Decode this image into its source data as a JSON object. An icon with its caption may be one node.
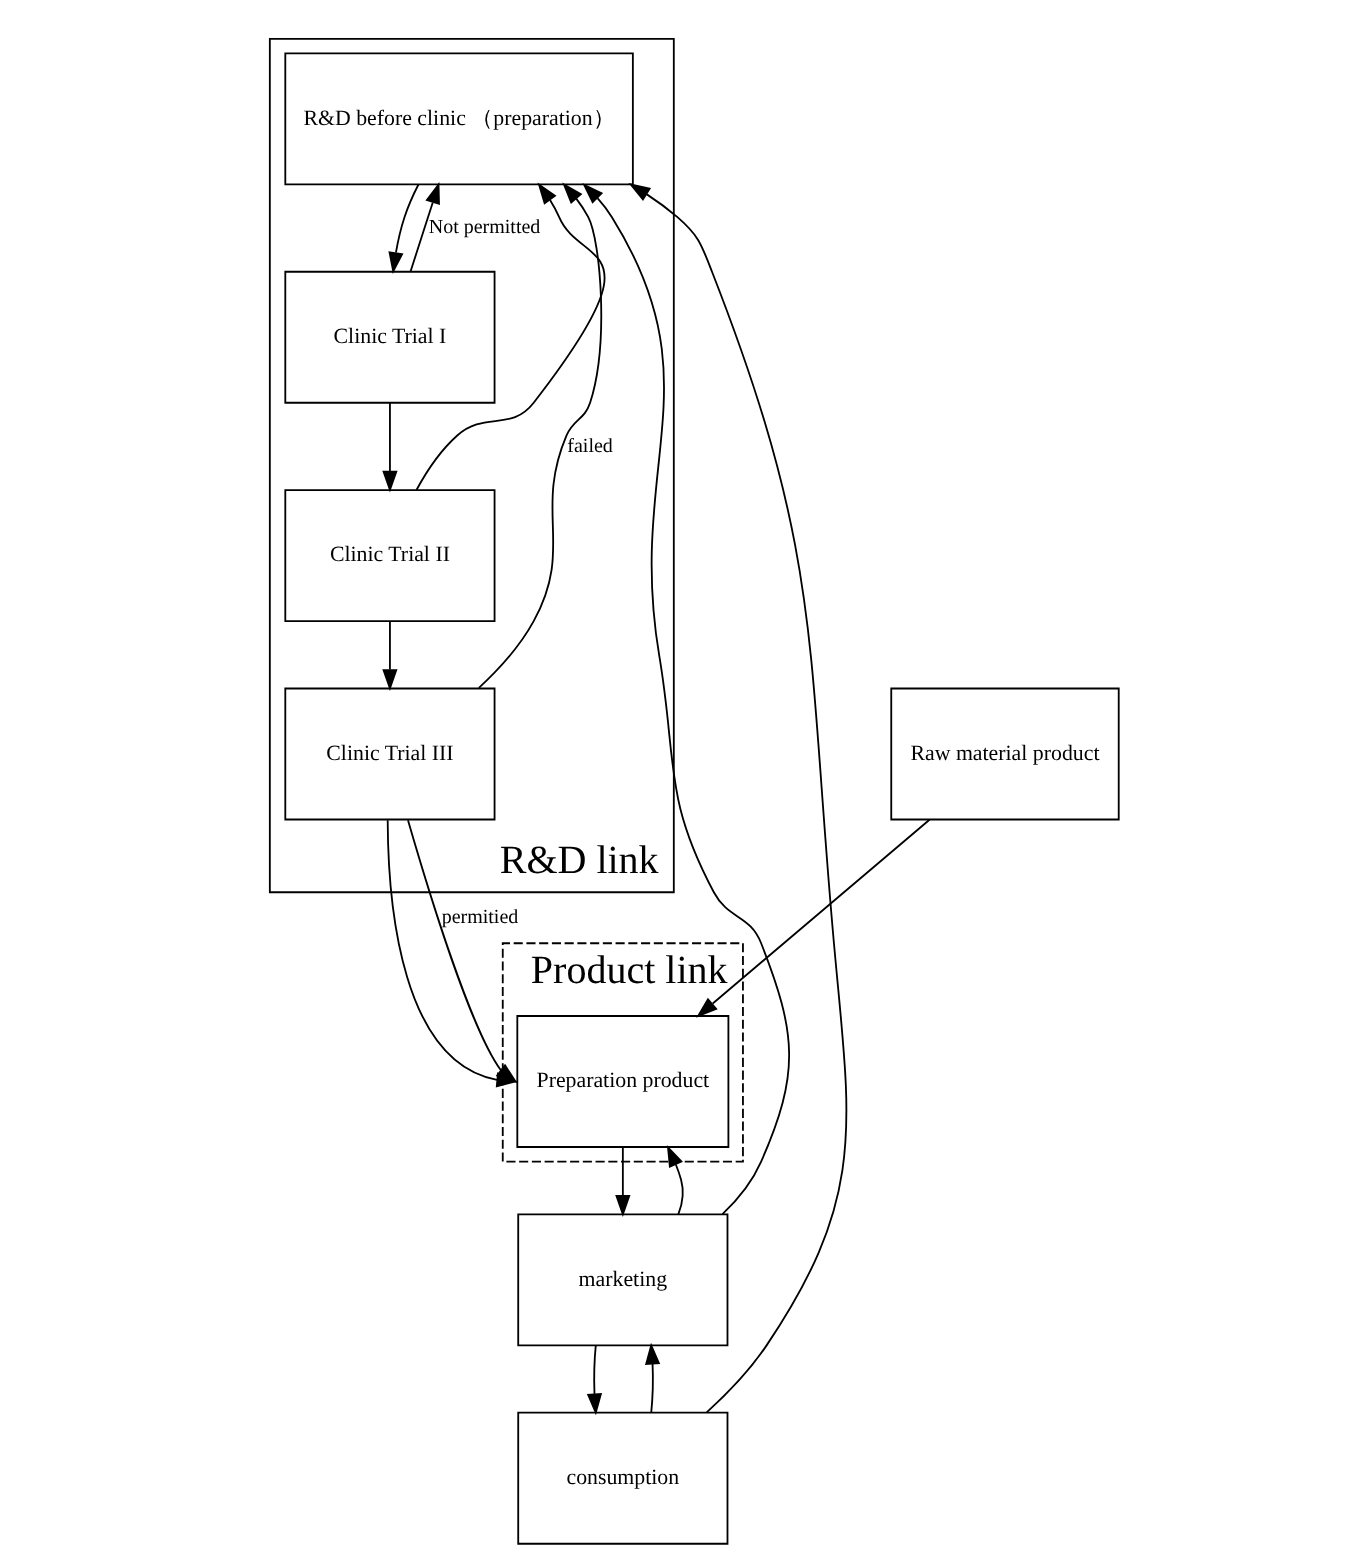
{
  "diagram": {
    "nodes": [
      {
        "text": [
          "R&D link"
        ]
      },
      {
        "text": [
          "R&D before clinic （preparation）"
        ],
        "in": 0
      },
      {
        "text": [
          "Clinic Trial I"
        ],
        "in": 0
      },
      {
        "text": [
          "Clinic Trial II"
        ],
        "in": 0
      },
      {
        "text": [
          "Clinic Trial III"
        ],
        "in": 0
      },
      {
        "text": [
          "Product link"
        ]
      },
      {
        "text": [
          "Preparation product"
        ],
        "in": 5
      },
      {
        "text": [
          "marketing"
        ]
      },
      {
        "text": [
          "consumption"
        ]
      },
      {
        "text": [
          "Raw material product"
        ]
      }
    ],
    "edges": [
      {
        "from": 1,
        "to": 2,
        "arrow": "to"
      },
      {
        "from": 2,
        "to": 1,
        "arrow": "to",
        "label": "Not permitted"
      },
      {
        "from": 2,
        "to": 3,
        "arrow": "to"
      },
      {
        "from": 3,
        "to": 4,
        "arrow": "to"
      },
      {
        "from": 3,
        "to": 1,
        "arrow": "to"
      },
      {
        "from": 4,
        "to": 1,
        "arrow": "to",
        "label": "failed"
      },
      {
        "from": 8,
        "to": 1,
        "arrow": "to"
      },
      {
        "from": 7,
        "to": 1,
        "arrow": "to"
      },
      {
        "from": 4,
        "to": 6,
        "arrow": "to"
      },
      {
        "from": 4,
        "to": 6,
        "arrow": "to",
        "label": "permitied"
      },
      {
        "from": 6,
        "to": 7,
        "arrow": "to"
      },
      {
        "from": 7,
        "to": 6,
        "arrow": "to"
      },
      {
        "from": 7,
        "to": 8,
        "arrow": "to"
      },
      {
        "from": 8,
        "to": 7,
        "arrow": "to"
      },
      {
        "from": 9,
        "to": 6,
        "arrow": "to"
      }
    ]
  }
}
